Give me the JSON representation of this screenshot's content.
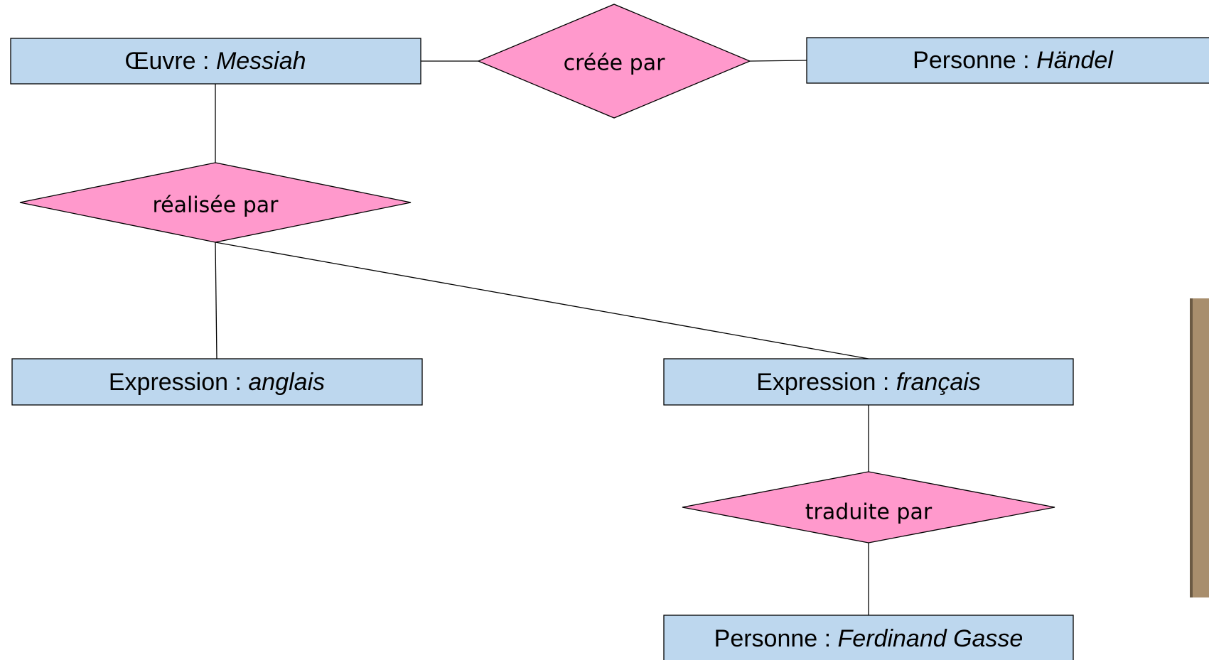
{
  "entities": {
    "oeuvre": {
      "type_label": "Œuvre : ",
      "value": "Messiah"
    },
    "personne_handel": {
      "type_label": "Personne : ",
      "value": "Händel"
    },
    "expression_anglais": {
      "type_label": "Expression : ",
      "value": "anglais"
    },
    "expression_francais": {
      "type_label": "Expression : ",
      "value": "français"
    },
    "personne_gasse": {
      "type_label": "Personne : ",
      "value": "Ferdinand Gasse"
    }
  },
  "relations": {
    "creee_par": "créée par",
    "realisee_par": "réalisée par",
    "traduite_par": "traduite par"
  },
  "colors": {
    "entity_fill": "#bdd7ee",
    "relation_fill": "#ff99cc",
    "line": "#000000"
  }
}
